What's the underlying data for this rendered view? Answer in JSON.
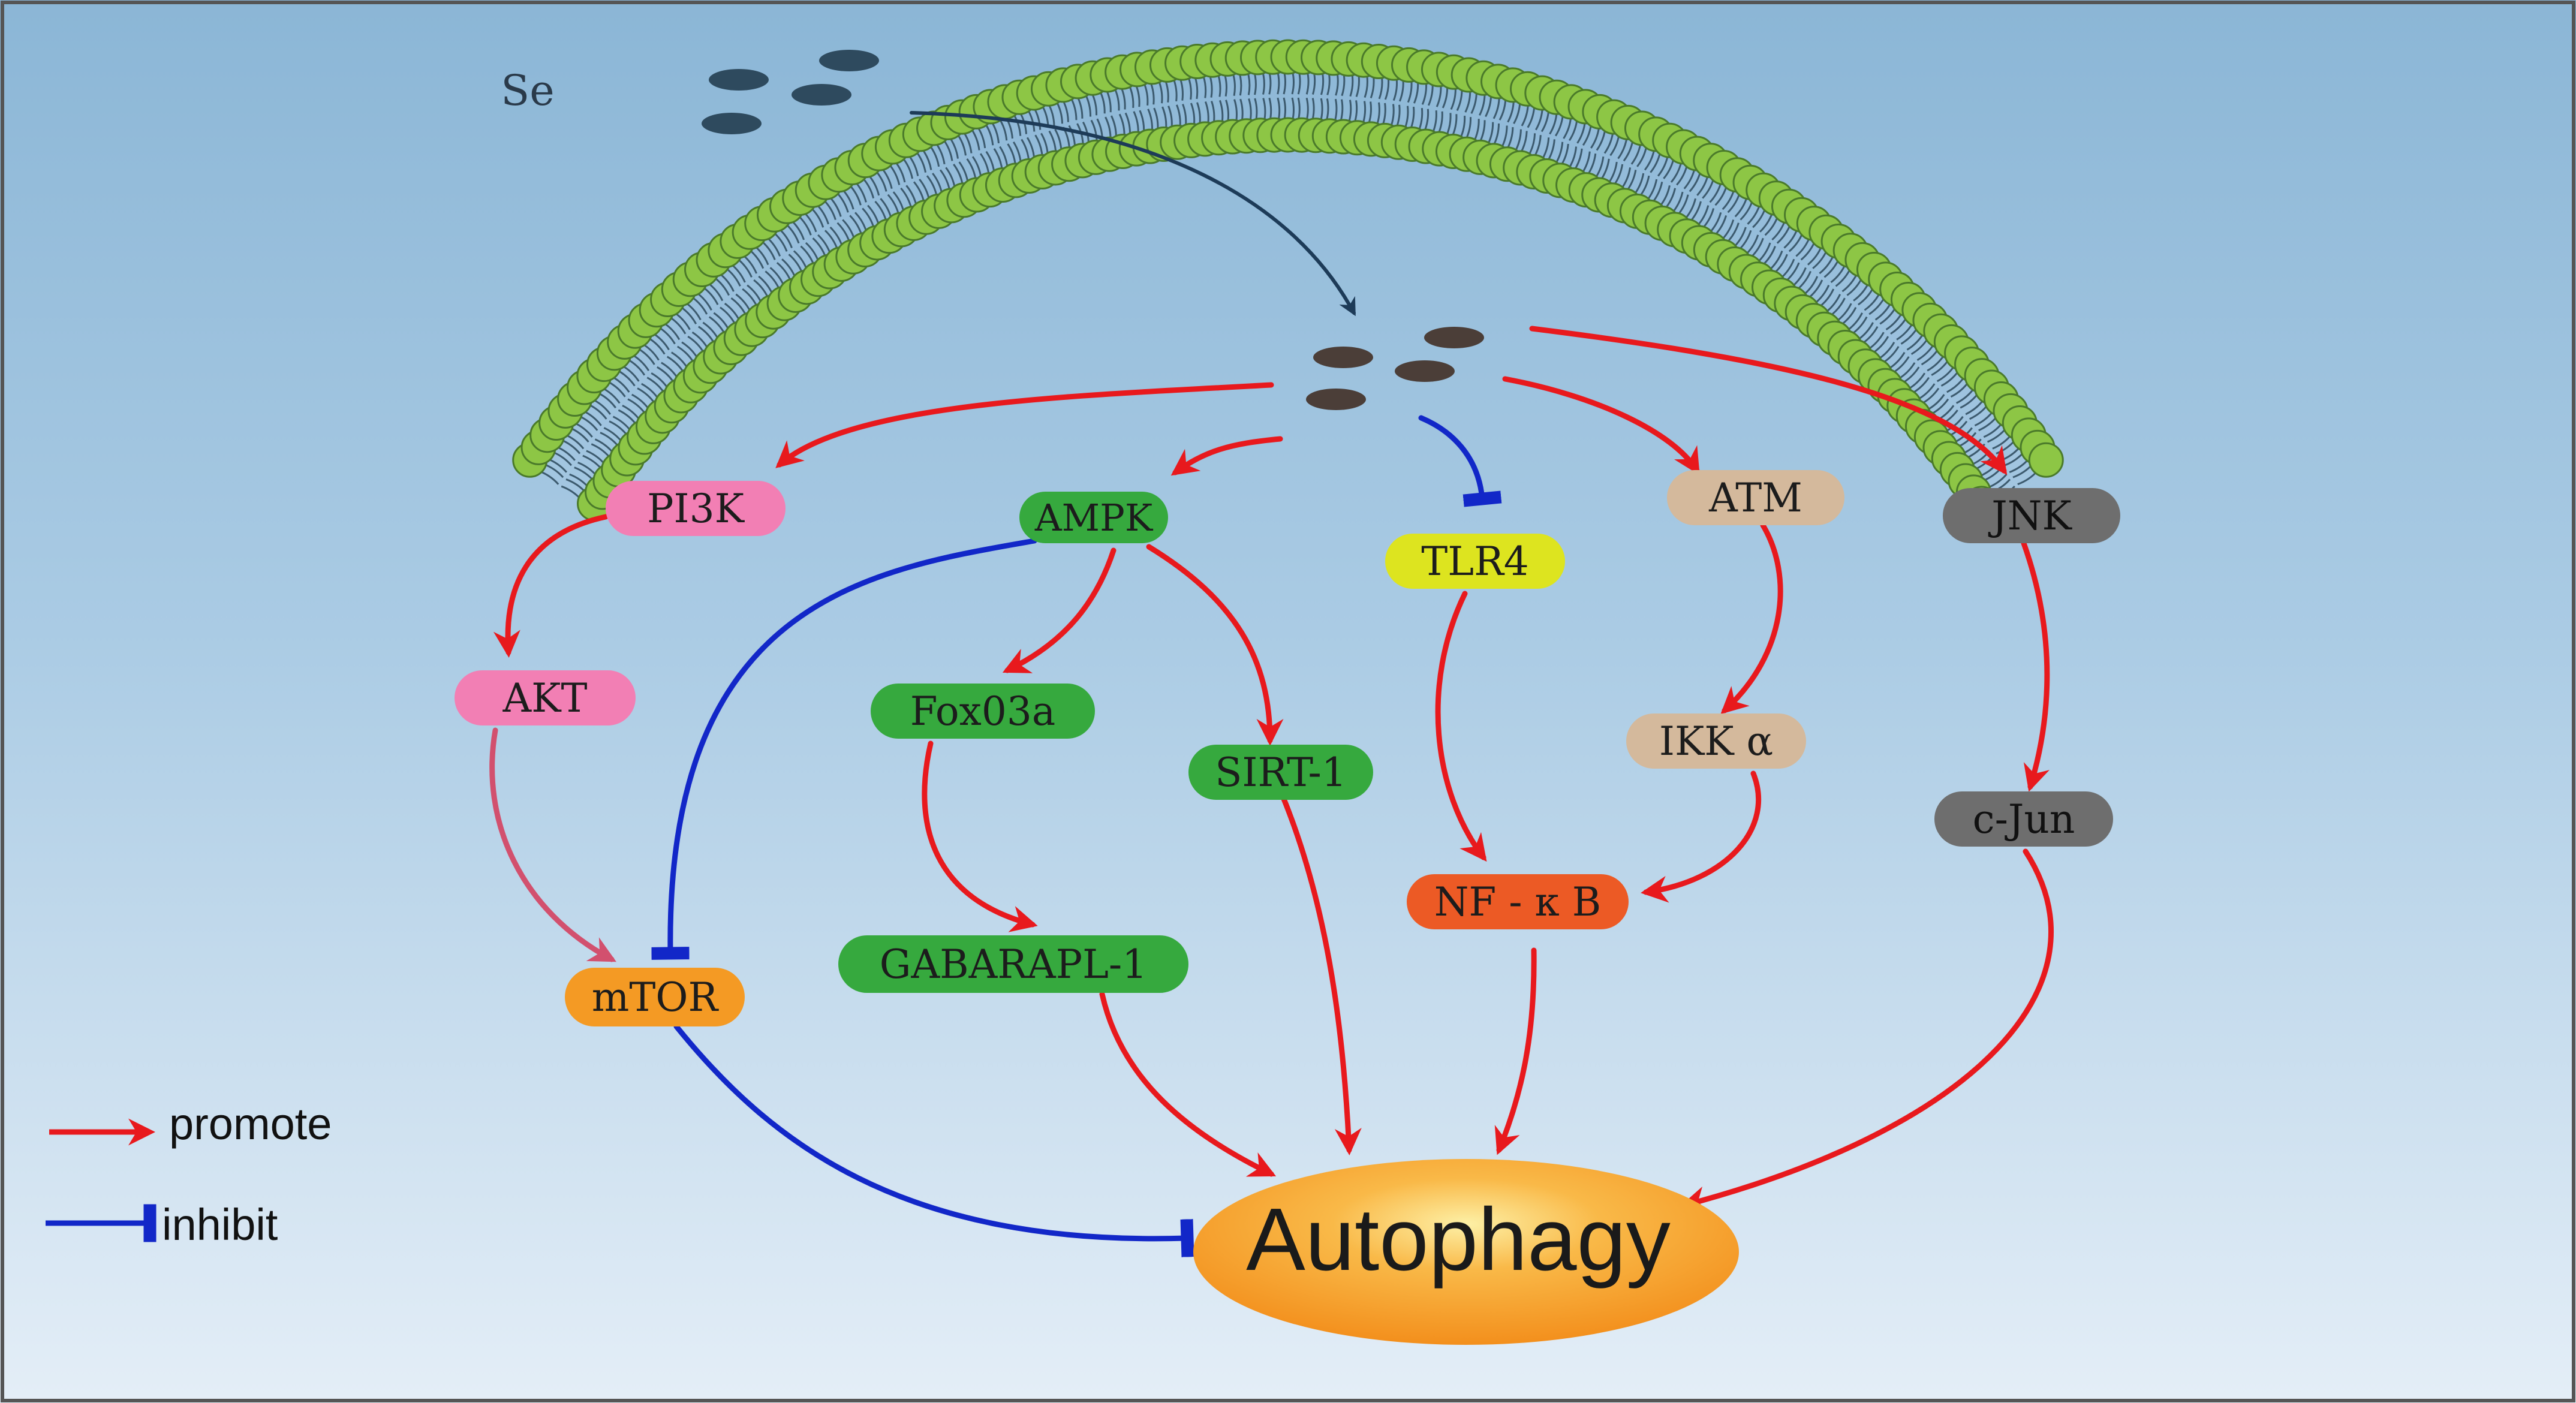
{
  "signal": {
    "label": "Se"
  },
  "colors": {
    "promote": "#e8191d",
    "inhibit": "#1227c8",
    "pink": "#f27fb4",
    "green": "#36a93e",
    "yellow": "#dde41f",
    "tan": "#d4b99c",
    "gray": "#6e6e6e",
    "orange": "#f49a24",
    "nfkb": "#ec5a25",
    "lipid_head": "#8dc645",
    "particle_outside": "#2e4a5e",
    "particle_inside": "#4b3e38"
  },
  "nodes": {
    "pi3k": "PI3K",
    "akt": "AKT",
    "mtor": "mTOR",
    "ampk": "AMPK",
    "foxo3a": "Fox03a",
    "gabarapl1": "GABARAPL-1",
    "sirt1": "SIRT-1",
    "tlr4": "TLR4",
    "nfkb": "NF - κ B",
    "atm": "ATM",
    "ikka": "IKK α",
    "jnk": "JNK",
    "cjun": "c-Jun",
    "autophagy": "Autophagy"
  },
  "legend": {
    "promote": "promote",
    "inhibit": "inhibit"
  },
  "edges": [
    {
      "from": "Se",
      "to": "PI3K",
      "type": "promote"
    },
    {
      "from": "Se",
      "to": "AMPK",
      "type": "promote"
    },
    {
      "from": "Se",
      "to": "TLR4",
      "type": "inhibit"
    },
    {
      "from": "Se",
      "to": "ATM",
      "type": "promote"
    },
    {
      "from": "Se",
      "to": "JNK",
      "type": "promote"
    },
    {
      "from": "PI3K",
      "to": "AKT",
      "type": "promote"
    },
    {
      "from": "AKT",
      "to": "mTOR",
      "type": "promote"
    },
    {
      "from": "AMPK",
      "to": "mTOR",
      "type": "inhibit"
    },
    {
      "from": "AMPK",
      "to": "Fox03a",
      "type": "promote"
    },
    {
      "from": "AMPK",
      "to": "SIRT-1",
      "type": "promote"
    },
    {
      "from": "Fox03a",
      "to": "GABARAPL-1",
      "type": "promote"
    },
    {
      "from": "TLR4",
      "to": "NF - κ B",
      "type": "promote"
    },
    {
      "from": "ATM",
      "to": "IKK α",
      "type": "promote"
    },
    {
      "from": "IKK α",
      "to": "NF - κ B",
      "type": "promote"
    },
    {
      "from": "JNK",
      "to": "c-Jun",
      "type": "promote"
    },
    {
      "from": "mTOR",
      "to": "Autophagy",
      "type": "inhibit"
    },
    {
      "from": "GABARAPL-1",
      "to": "Autophagy",
      "type": "promote"
    },
    {
      "from": "SIRT-1",
      "to": "Autophagy",
      "type": "promote"
    },
    {
      "from": "NF - κ B",
      "to": "Autophagy",
      "type": "promote"
    },
    {
      "from": "c-Jun",
      "to": "Autophagy",
      "type": "promote"
    }
  ]
}
